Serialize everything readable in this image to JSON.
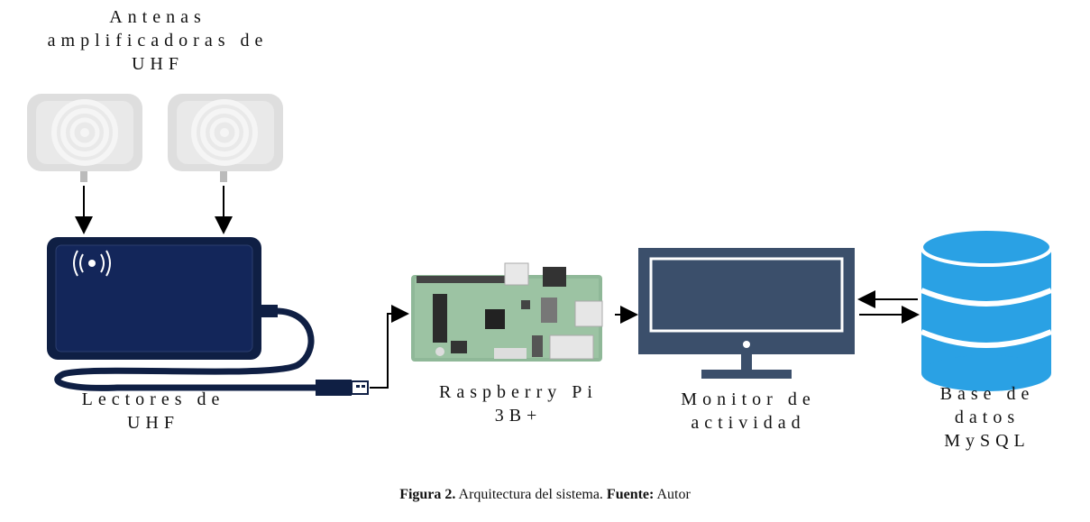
{
  "labels": {
    "antenas": "Antenas\namplificadoras de\nUHF",
    "lectores": "Lectores de\nUHF",
    "raspberry": "Raspberry Pi\n3B+",
    "monitor": "Monitor de\nactividad",
    "base": "Base de\ndatos\nMySQL"
  },
  "caption": {
    "figure": "Figura 2.",
    "text": " Arquitectura del sistema. ",
    "source_label": "Fuente:",
    "source": " Autor"
  },
  "icons": [
    "rfid-antenna-icon",
    "rfid-reader-icon",
    "usb-plug-icon",
    "raspberry-pi-board-icon",
    "monitor-icon",
    "database-icon"
  ],
  "colors": {
    "reader": "#0f1f44",
    "monitor": "#3b4f6b",
    "database": "#2aa1e4",
    "board": "#8fb898",
    "antenna": "#d9d9d9"
  }
}
